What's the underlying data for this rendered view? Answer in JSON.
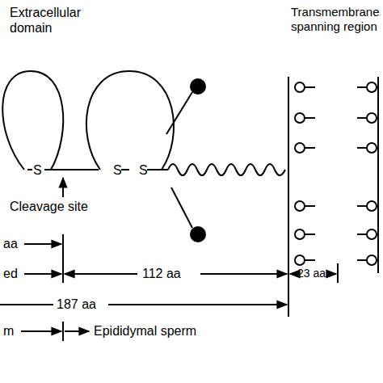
{
  "diagram": {
    "labels": [
      "Extracellular domain",
      "Transmembrane spanning region",
      "S",
      "S",
      "S",
      "Cleavage site",
      "aa",
      "ed",
      "112 aa",
      "23 aa",
      "187 aa",
      "m",
      "Epididymal sperm"
    ]
  }
}
